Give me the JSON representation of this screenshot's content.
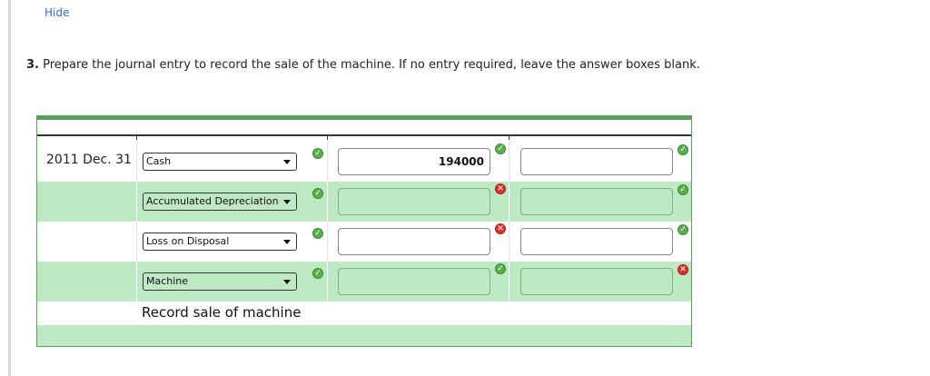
{
  "toggle": {
    "label": "Hide"
  },
  "question": {
    "number": "3.",
    "text": "Prepare the journal entry to record the sale of the machine. If no entry required, leave the answer boxes blank."
  },
  "journal": {
    "date": "2011 Dec. 31",
    "rows": [
      {
        "account": "Cash",
        "account_status": "correct",
        "debit": "194000",
        "debit_status": "correct",
        "credit": "",
        "credit_status": "correct"
      },
      {
        "account": "Accumulated Depreciation",
        "account_status": "correct",
        "debit": "",
        "debit_status": "incorrect",
        "credit": "",
        "credit_status": "correct"
      },
      {
        "account": "Loss on Disposal",
        "account_status": "correct",
        "debit": "",
        "debit_status": "incorrect",
        "credit": "",
        "credit_status": "correct"
      },
      {
        "account": "Machine",
        "account_status": "correct",
        "debit": "",
        "debit_status": "correct",
        "credit": "",
        "credit_status": "incorrect"
      }
    ],
    "memo": "Record sale of machine"
  },
  "colors": {
    "accent_green": "#5aa05a",
    "row_green": "#bfe8c4",
    "correct": "#58b14b",
    "incorrect": "#d9342b",
    "link": "#3366cc"
  }
}
